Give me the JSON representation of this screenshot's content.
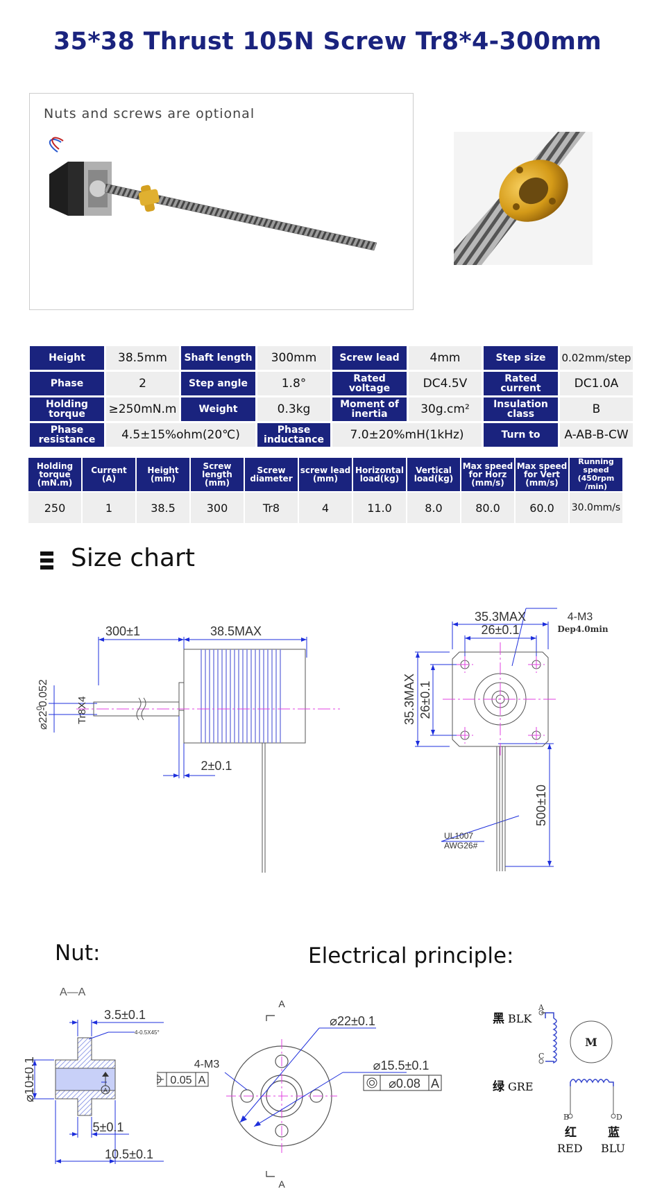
{
  "title": "35*38 Thrust 105N Screw Tr8*4-300mm",
  "photo": {
    "caption": "Nuts and screws are optional"
  },
  "spec_rows": [
    [
      {
        "label": "Height",
        "value": "38.5mm"
      },
      {
        "label": "Shaft length",
        "value": "300mm"
      },
      {
        "label": "Screw lead",
        "value": "4mm"
      },
      {
        "label": "Step size",
        "value": "0.02mm/step"
      }
    ],
    [
      {
        "label": "Phase",
        "value": "2"
      },
      {
        "label": "Step angle",
        "value": "1.8°"
      },
      {
        "label": "Rated voltage",
        "value": "DC4.5V"
      },
      {
        "label": "Rated current",
        "value": "DC1.0A"
      }
    ],
    [
      {
        "label": "Holding torque",
        "value": "≥250mN.m"
      },
      {
        "label": "Weight",
        "value": "0.3kg"
      },
      {
        "label": "Moment of inertia",
        "value": "30g.cm²"
      },
      {
        "label": "Insulation class",
        "value": "B"
      }
    ],
    [
      {
        "label": "Phase resistance",
        "value": "4.5±15%ohm(20℃)"
      },
      {
        "label": "Phase inductance",
        "value": "7.0±20%mH(1kHz)"
      },
      {
        "label": "Turn to",
        "value": "A-AB-B-CW"
      }
    ]
  ],
  "perf_table": {
    "headers": [
      "Holding torque (mN.m)",
      "Current (A)",
      "Height (mm)",
      "Screw length (mm)",
      "Screw diameter",
      "screw lead (mm)",
      "Horizontal load(kg)",
      "Vertical load(kg)",
      "Max speed for Horz (mm/s)",
      "Max speed for Vert (mm/s)",
      "Running speed (450rpm /min)"
    ],
    "values": [
      "250",
      "1",
      "38.5",
      "300",
      "Tr8",
      "4",
      "11.0",
      "8.0",
      "80.0",
      "60.0",
      "30.0mm/s"
    ]
  },
  "size_chart": {
    "title": "Size chart",
    "side": {
      "dim_shaft": "300±1",
      "dim_body": "38.5MAX",
      "dim_dia": "⌀22-0.052",
      "dim_dia_top": "0",
      "dim_thread": "Tr8X4",
      "dim_step": "2±0.1"
    },
    "front": {
      "dim_max": "35.3MAX",
      "dim_hole": "26±0.1",
      "dim_tap": "4-M3",
      "dim_depth": "Dep4.0min",
      "dim_max_v": "35.3MAX",
      "dim_hole_v": "26±0.1",
      "dim_lead": "500±10",
      "wire1": "UL1007",
      "wire2": "AWG26#"
    }
  },
  "nut": {
    "title": "Nut:",
    "section": "A—A",
    "dim_a": "3.5±0.1",
    "chamfer": "4-0.5X45°",
    "dim_dia": "⌀10±0.1",
    "dim_b": "5±0.1",
    "dim_c": "10.5±0.1",
    "datum": "A",
    "cut_top": "A",
    "cut_bottom": "A",
    "dim_tap": "4-M3",
    "tol_pos": "0.05",
    "tol_pos_ref": "A",
    "dim_outer": "⌀22±0.1",
    "dim_pcd": "⌀15.5±0.1",
    "tol_conc": "⌀0.08",
    "tol_conc_ref": "A"
  },
  "electrical": {
    "title": "Electrical principle:",
    "blk_cn": "黑",
    "blk": "BLK",
    "gre_cn": "绿",
    "gre": "GRE",
    "red_cn": "红",
    "red": "RED",
    "blu_cn": "蓝",
    "blu": "BLU",
    "motor": "M",
    "pin_a": "A",
    "pin_c": "C",
    "pin_b": "B",
    "pin_d": "D"
  },
  "colors": {
    "brand": "#1a237e",
    "cell_bg": "#eeeeee",
    "drawing_blue": "#1e2fdc",
    "center_line": "#e040e0",
    "coil_blue": "#3344cc"
  }
}
